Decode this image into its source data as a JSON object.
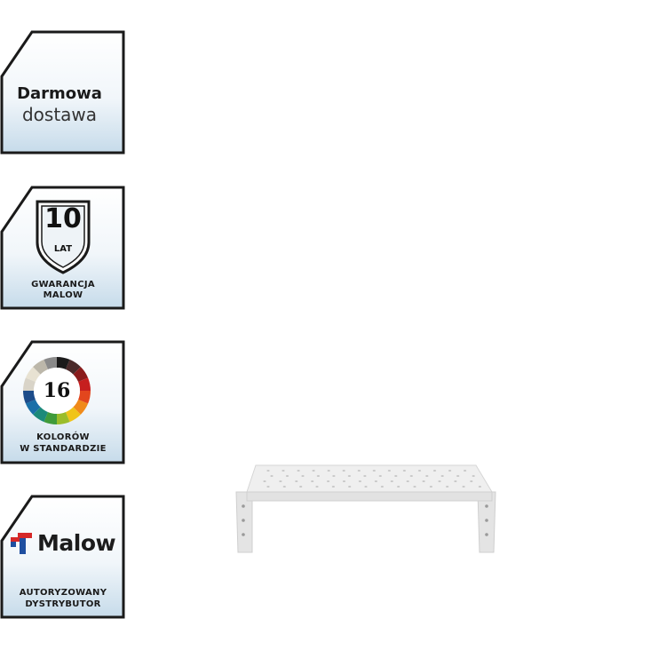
{
  "badges": {
    "delivery": {
      "line1": "Darmowa",
      "line2": "dostawa"
    },
    "warranty": {
      "number": "10",
      "unit": "LAT",
      "line1": "GWARANCJA",
      "line2": "MALOW"
    },
    "colors": {
      "number": "16",
      "line1": "KOLORÓW",
      "line2": "W STANDARDZIE"
    },
    "distributor": {
      "brand": "Malow",
      "line1": "AUTORYZOWANY",
      "line2": "DYSTRYBUTOR"
    }
  },
  "colors": {
    "badge_border": "#1a1a1a",
    "badge_gradient_top": "#ffffff",
    "badge_gradient_bottom": "#c9dcea",
    "brand_red": "#d62828",
    "brand_blue": "#1f4fa0",
    "product": "#ececec"
  }
}
